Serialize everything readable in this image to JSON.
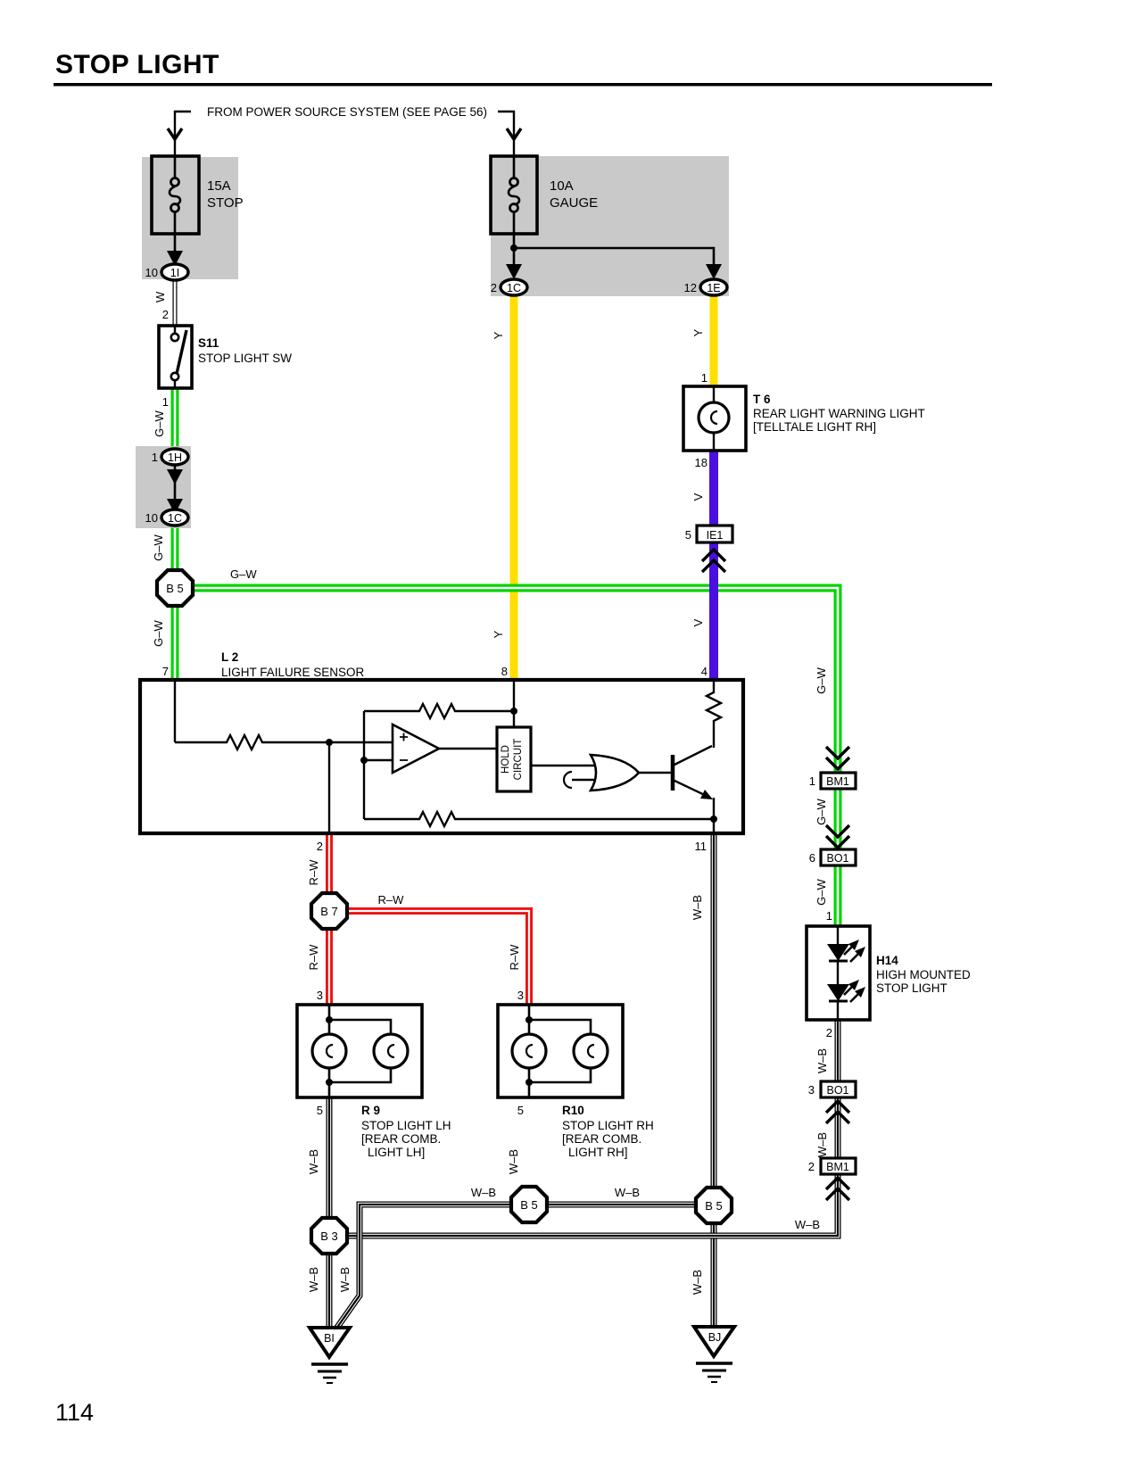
{
  "page": {
    "title": "STOP LIGHT",
    "number": "114",
    "power_note": "FROM POWER SOURCE SYSTEM (SEE PAGE 56)"
  },
  "colors": {
    "green": "#00d400",
    "yellow": "#ffdf00",
    "violet": "#4a10e0",
    "red": "#ee1111",
    "gray": "#c9c9c9"
  },
  "fuses": {
    "stop": {
      "amp": "15A",
      "name": "STOP"
    },
    "gauge": {
      "amp": "10A",
      "name": "GAUGE"
    }
  },
  "connectors": {
    "i1": {
      "pin": "10",
      "label": "1I"
    },
    "c1c_pwr": {
      "pin": "2",
      "label": "1C"
    },
    "c1e_pwr": {
      "pin": "12",
      "label": "1E"
    },
    "c1h": {
      "pin": "1",
      "label": "1H"
    },
    "c1c_mid": {
      "pin": "10",
      "label": "1C"
    },
    "ie1": {
      "pin": "5",
      "label": "IE1"
    },
    "bm1_up": {
      "pin": "1",
      "label": "BM1"
    },
    "bo1_up": {
      "pin": "6",
      "label": "BO1"
    },
    "bo1_dn": {
      "pin": "3",
      "label": "BO1"
    },
    "bm1_dn": {
      "pin": "2",
      "label": "BM1"
    }
  },
  "s11": {
    "id": "S11",
    "name": "STOP LIGHT SW",
    "pin_in": "2",
    "pin_out": "1"
  },
  "t6": {
    "id": "T 6",
    "line1": "REAR LIGHT WARNING LIGHT",
    "line2": "[TELLTALE LIGHT RH]",
    "pin_in": "1",
    "pin_out": "18"
  },
  "l2": {
    "id": "L 2",
    "name": "LIGHT FAILURE SENSOR",
    "hold1": "HOLD",
    "hold2": "CIRCUIT",
    "pin7": "7",
    "pin8": "8",
    "pin4": "4",
    "pin2": "2",
    "pin11": "11"
  },
  "h14": {
    "id": "H14",
    "line1": "HIGH MOUNTED",
    "line2": "STOP LIGHT",
    "pin_in": "1",
    "pin_out": "2"
  },
  "r9": {
    "id": "R 9",
    "line1": "STOP LIGHT LH",
    "line2": "[REAR COMB.",
    "line3": "LIGHT LH]",
    "pin_in": "3",
    "pin_out": "5"
  },
  "r10": {
    "id": "R10",
    "line1": "STOP LIGHT RH",
    "line2": "[REAR COMB.",
    "line3": "LIGHT RH]",
    "pin_in": "3",
    "pin_out": "5"
  },
  "junctions": {
    "b5": "B 5",
    "b7": "B 7",
    "b3": "B 3"
  },
  "grounds": {
    "bi": "BI",
    "bj": "BJ"
  },
  "wires": {
    "w": "W",
    "y": "Y",
    "v": "V",
    "gw": "G–W",
    "rw": "R–W",
    "wb": "W–B"
  }
}
